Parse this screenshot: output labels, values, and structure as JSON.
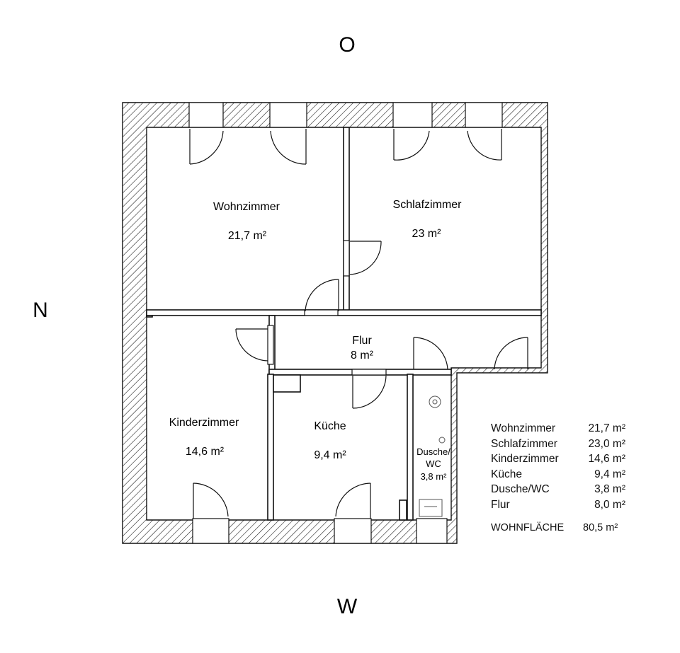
{
  "compass": {
    "north": "N",
    "east": "O",
    "west": "W"
  },
  "rooms": {
    "wohnzimmer": {
      "name": "Wohnzimmer",
      "area": "21,7 m²"
    },
    "schlafzimmer": {
      "name": "Schlafzimmer",
      "area": "23 m²"
    },
    "flur": {
      "name": "Flur",
      "area": "8 m²"
    },
    "kinderzimmer": {
      "name": "Kinderzimmer",
      "area": "14,6 m²"
    },
    "kueche": {
      "name": "Küche",
      "area": "9,4 m²"
    },
    "dusche": {
      "name_line1": "Dusche/",
      "name_line2": "WC",
      "area": "3,8 m²"
    }
  },
  "legend": {
    "rows": [
      {
        "name": "Wohnzimmer",
        "value": "21,7 m²"
      },
      {
        "name": "Schlafzimmer",
        "value": "23,0 m²"
      },
      {
        "name": "Kinderzimmer",
        "value": "14,6 m²"
      },
      {
        "name": "Küche",
        "value": "9,4 m²"
      },
      {
        "name": "Dusche/WC",
        "value": "3,8 m²"
      },
      {
        "name": "Flur",
        "value": "8,0 m²"
      }
    ],
    "total_label": "WOHNFLÄCHE",
    "total_value": "80,5 m²"
  }
}
